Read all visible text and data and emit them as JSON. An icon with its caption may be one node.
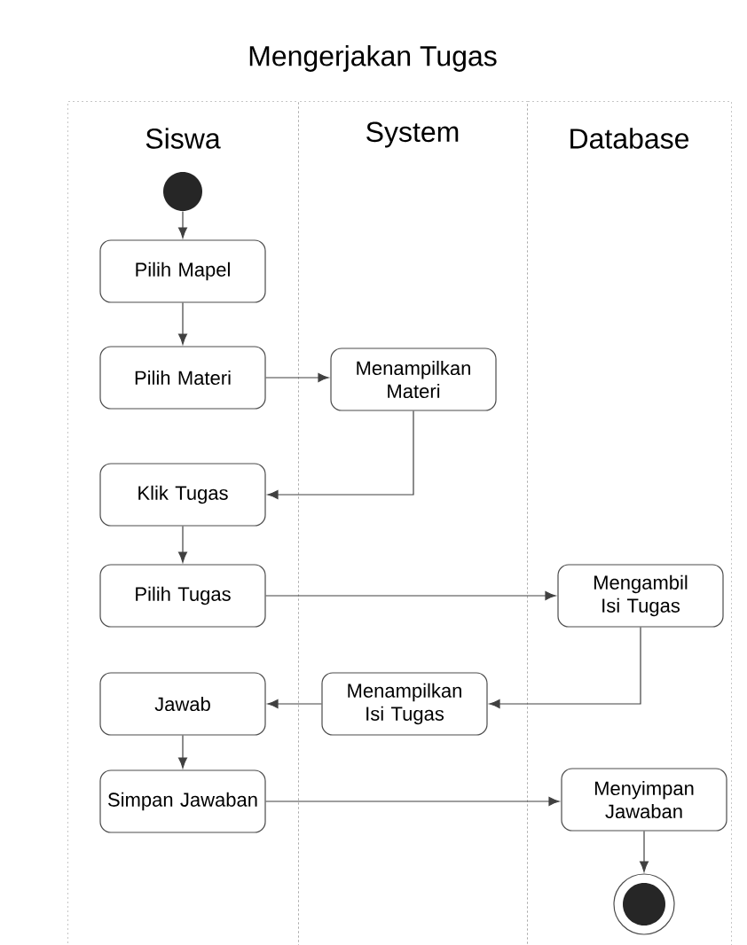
{
  "diagram": {
    "title": "Mengerjakan Tugas",
    "nodes": [
      {
        "text": [
          "Siswa"
        ]
      },
      {
        "text": [
          "System"
        ]
      },
      {
        "text": [
          "Database"
        ]
      },
      {
        "text": [],
        "shape": "circle",
        "in": 0
      },
      {
        "text": [
          "Pilih Mapel"
        ],
        "in": 0
      },
      {
        "text": [
          "Pilih Materi"
        ],
        "in": 0
      },
      {
        "text": [
          "Menampilkan Materi"
        ],
        "in": 1
      },
      {
        "text": [
          "Klik Tugas"
        ],
        "in": 0
      },
      {
        "text": [
          "Pilih Tugas"
        ],
        "in": 0
      },
      {
        "text": [
          "Mengambil Isi Tugas"
        ],
        "in": 2
      },
      {
        "text": [
          "Menampilkan Isi Tugas"
        ],
        "in": 1
      },
      {
        "text": [
          "Jawab"
        ],
        "in": 0
      },
      {
        "text": [
          "Simpan Jawaban"
        ],
        "in": 0
      },
      {
        "text": [
          "Menyimpan Jawaban"
        ],
        "in": 2
      },
      {
        "text": [],
        "shape": "bullseye",
        "in": 2
      }
    ],
    "edges": [
      {
        "from": 3,
        "to": 4,
        "arrow": "to"
      },
      {
        "from": 4,
        "to": 5,
        "arrow": "to"
      },
      {
        "from": 5,
        "to": 6,
        "arrow": "to"
      },
      {
        "from": 6,
        "to": 7,
        "arrow": "to"
      },
      {
        "from": 7,
        "to": 8,
        "arrow": "to"
      },
      {
        "from": 8,
        "to": 9,
        "arrow": "to"
      },
      {
        "from": 9,
        "to": 10,
        "arrow": "to"
      },
      {
        "from": 10,
        "to": 11,
        "arrow": "to"
      },
      {
        "from": 11,
        "to": 12,
        "arrow": "to"
      },
      {
        "from": 12,
        "to": 13,
        "arrow": "to"
      },
      {
        "from": 13,
        "to": 14,
        "arrow": "to"
      }
    ]
  }
}
